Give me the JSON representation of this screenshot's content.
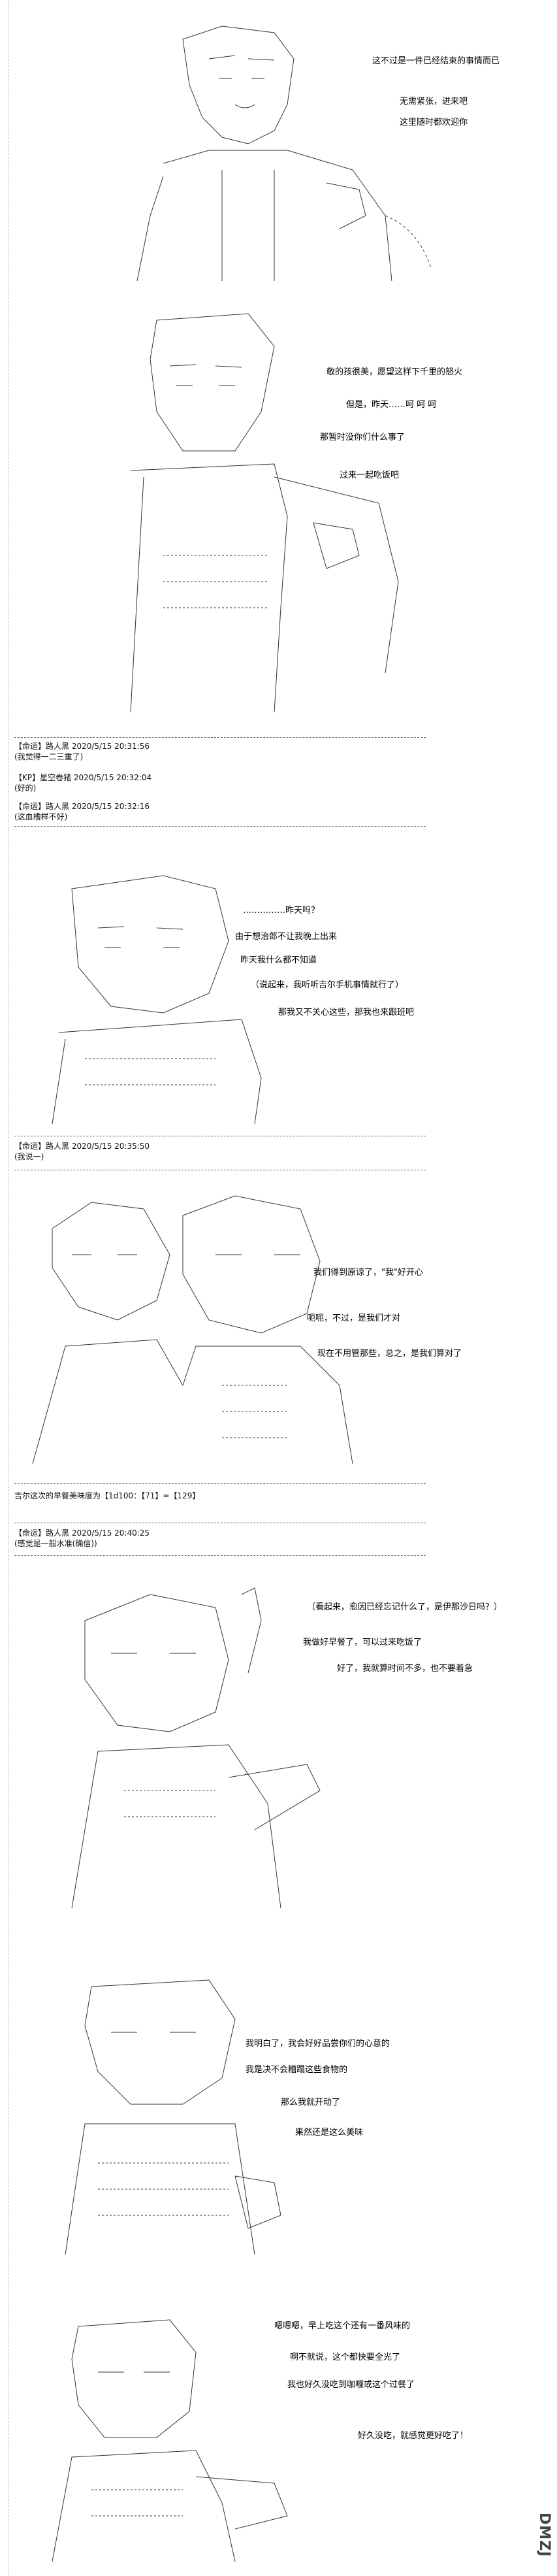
{
  "panels": [
    {
      "id": "p1",
      "lines": [
        "这不过是一件已经结束的事情而已",
        "无需紧张，进来吧",
        "这里随时都欢迎你"
      ]
    },
    {
      "id": "p2",
      "lines": [
        "敬的孩很美，愿望这样下千里的怒火",
        "但是，昨天……呵 呵 呵",
        "那暂时没你们什么事了",
        "过来一起吃饭吧"
      ]
    },
    {
      "id": "p3",
      "lines": [
        "……………昨天吗？",
        "由于想治郎不让我晚上出来",
        "昨天我什么都不知道",
        "（说起来，我听听吉尔手机事情就行了）",
        "那我又不关心这些，那我也来跟班吧"
      ]
    },
    {
      "id": "p4",
      "lines": [
        "我们得到原谅了，\"我\"好开心",
        "呃呃，不过，是我们才对",
        "现在不用管那些，总之，是我们算对了"
      ]
    },
    {
      "id": "p5",
      "lines": [
        "（看起来，愈因已经忘记什么了，是伊那沙日吗？）",
        "我做好早餐了，可以过来吃饭了",
        "好了，我就算时间不多，也不要着急"
      ]
    },
    {
      "id": "p6",
      "lines": [
        "我明白了，我会好好品尝你们的心意的",
        "我是决不会糟蹋这些食物的",
        "那么我就开动了",
        "果然还是这么美味"
      ]
    },
    {
      "id": "p7",
      "lines": [
        "嗯嗯嗯，早上吃这个还有一番风味的",
        "啊不就说，这个都快要全光了",
        "我也好久没吃到咖喱或这个过餐了",
        "好久没吃，就感觉更好吃了！"
      ]
    }
  ],
  "posts": [
    {
      "id": "post1",
      "meta": "【命运】路人黑 2020/5/15 20:31:56",
      "text": "(我觉得一二三重了)"
    },
    {
      "id": "post2",
      "meta": "【KP】星空卷猪 2020/5/15 20:32:04",
      "text": "(好的)"
    },
    {
      "id": "post3",
      "meta": "【命运】路人黑 2020/5/15 20:32:16",
      "text": "(这血槽样不好)"
    },
    {
      "id": "post4",
      "meta": "【命运】路人黑 2020/5/15 20:35:50",
      "text": "(我说一)"
    },
    {
      "id": "post5",
      "meta": "【命运】路人黑 2020/5/15 20:40:25",
      "text": "(感觉是一般水准(确信))"
    }
  ],
  "roll": "吉尔这次的早餐美味度为【1d100：【71】=【129】",
  "watermark": "DMZJ"
}
